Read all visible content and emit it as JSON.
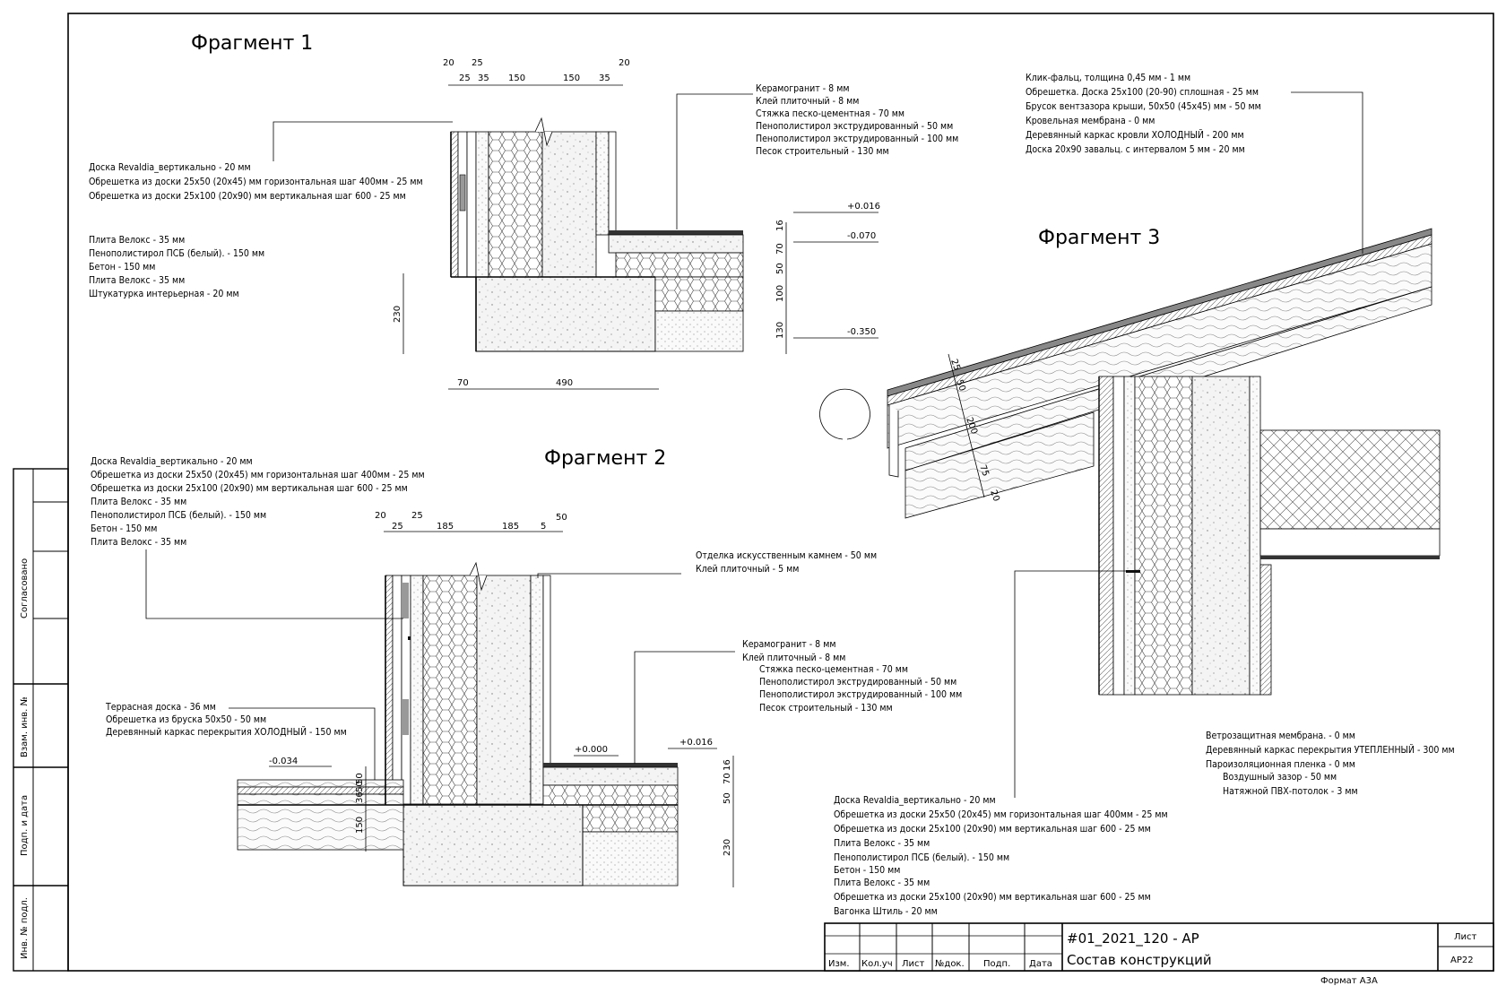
{
  "fragments": {
    "f1": "Фрагмент 1",
    "f2": "Фрагмент 2",
    "f3": "Фрагмент 3"
  },
  "f1": {
    "top_dims": [
      "20",
      "25",
      "25",
      "35",
      "150",
      "150",
      "35",
      "20"
    ],
    "floor_layers": [
      "Керамогранит - 8 мм",
      "Клей плиточный - 8 мм",
      "Стяжка песко-цементная - 70 мм",
      "Пенополистирол экструдированный - 50 мм",
      "Пенополистирол экструдированный - 100 мм",
      "Песок строительный - 130 мм"
    ],
    "wall_layers_a": [
      "Доска Revaldia_вертикально - 20 мм",
      "Обрешетка из доски 25х50 (20х45) мм горизонтальная шаг 400мм - 25 мм",
      "Обрешетка из доски 25х100 (20х90) мм вертикальная шаг 600 - 25 мм"
    ],
    "wall_layers_b": [
      "Плита Велокс - 35 мм",
      "Пенополистирол ПСБ (белый). - 150 мм",
      "Бетон - 150 мм",
      "Плита Велокс - 35 мм",
      "Штукатурка интерьерная - 20 мм"
    ],
    "levels": [
      "+0.016",
      "-0.070",
      "-0.350"
    ],
    "right_dims": [
      "16",
      "70",
      "50",
      "100",
      "130"
    ],
    "dim_230": "230",
    "bottom_dims": [
      "70",
      "490"
    ]
  },
  "f2": {
    "wall_layers": [
      "Доска Revaldia_вертикально - 20 мм",
      "Обрешетка из доски 25х50 (20х45) мм горизонтальная шаг 400мм - 25 мм",
      "Обрешетка из доски 25х100 (20х90) мм вертикальная шаг 600 - 25 мм",
      "Плита Велокс - 35 мм",
      "Пенополистирол ПСБ (белый). - 150 мм",
      "Бетон - 150 мм",
      "Плита Велокс - 35 мм"
    ],
    "top_dims": [
      "20",
      "25",
      "25",
      "185",
      "185",
      "5",
      "50"
    ],
    "stone": [
      "Отделка искусственным камнем - 50 мм",
      "Клей плиточный - 5 мм"
    ],
    "floor_layers": [
      "Керамогранит - 8 мм",
      "Клей плиточный - 8 мм",
      "Стяжка песко-цементная - 70 мм",
      "Пенополистирол экструдированный - 50 мм",
      "Пенополистирол экструдированный - 100 мм",
      "Песок строительный - 130 мм"
    ],
    "terrace": [
      "Террасная доска - 36 мм",
      "Обрешетка из бруска 50х50 - 50 мм",
      "Деревянный каркас перекрытия ХОЛОДНЫЙ - 150 мм"
    ],
    "levels": [
      "-0.034",
      "+0.000",
      "+0.016"
    ],
    "left_dims": [
      "50",
      "36",
      "50",
      "150"
    ],
    "right_dims": [
      "16",
      "70",
      "50",
      "230"
    ]
  },
  "f3": {
    "roof": [
      "Клик-фальц, толщина 0,45 мм - 1 мм",
      "Обрешетка. Доска 25х100 (20-90) сплошная - 25 мм",
      "Брусок вентзазора крыши, 50х50 (45х45) мм - 50 мм",
      "Кровельная мембрана - 0 мм",
      "Деревянный каркас кровли ХОЛОДНЫЙ - 200 мм",
      "Доска 20х90 завальц. с интервалом 5 мм - 20 мм"
    ],
    "roof_dims": [
      "25",
      "50",
      "200",
      "75",
      "20"
    ],
    "ceiling": [
      "Ветрозащитная мембрана. - 0 мм",
      "Деревянный каркас перекрытия УТЕПЛЕННЫЙ - 300 мм",
      "Пароизоляционная пленка - 0 мм",
      "Воздушный зазор - 50 мм",
      "Натяжной ПВХ-потолок - 3 мм"
    ],
    "wall": [
      "Доска Revaldia_вертикально - 20 мм",
      "Обрешетка из доски 25х50 (20х45) мм горизонтальная шаг 400мм - 25 мм",
      "Обрешетка из доски 25х100 (20х90) мм вертикальная шаг 600 - 25 мм",
      "Плита Велокс - 35 мм",
      "Пенополистирол ПСБ (белый). - 150 мм",
      "Бетон - 150 мм",
      "Плита Велокс - 35 мм",
      "Обрешетка из доски 25х100 (20х90) мм вертикальная шаг 600 - 25 мм",
      "Вагонка Штиль - 20 мм"
    ]
  },
  "title_block": {
    "code": "#01_2021_120 - АР",
    "name": "Состав конструкций",
    "cols": [
      "Изм.",
      "Кол.уч",
      "Лист",
      "№док.",
      "Подп.",
      "Дата"
    ],
    "sheet_label": "Лист",
    "sheet": "АР22",
    "format": "Формат А3А"
  },
  "side_stamp": [
    "Согласовано",
    "Взам. инв. №",
    "Подп. и дата",
    "Инв. № подл."
  ]
}
